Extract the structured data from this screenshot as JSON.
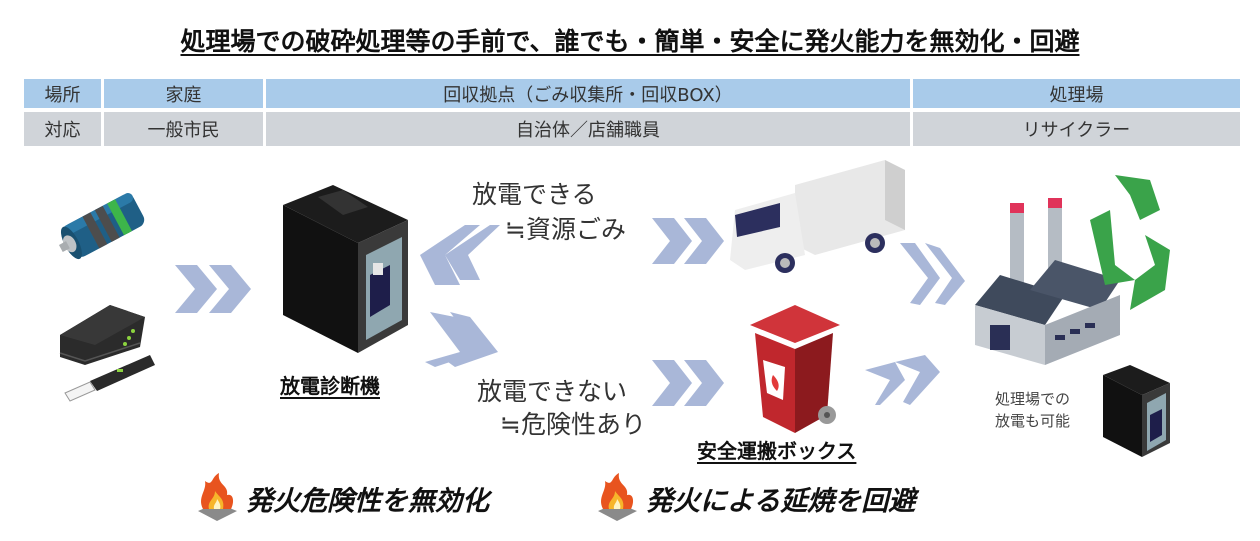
{
  "title": "処理場での破砕処理等の手前で、誰でも・簡単・安全に発火能力を無効化・回避",
  "table": {
    "rows": [
      {
        "header": "場所",
        "cells": [
          "家庭",
          "回収拠点（ごみ収集所・回収BOX）",
          "処理場"
        ]
      },
      {
        "header": "対応",
        "cells": [
          "一般市民",
          "自治体／店舗職員",
          "リサイクラー"
        ]
      }
    ]
  },
  "flow": {
    "device_caption": "放電診断機",
    "dischargeable_line1": "放電できる",
    "dischargeable_line2": "≒資源ごみ",
    "not_dischargeable_line1": "放電できない",
    "not_dischargeable_line2": "≒危険性あり",
    "safe_box_caption": "安全運搬ボックス",
    "plant_note_line1": "処理場での",
    "plant_note_line2": "放電も可能"
  },
  "slogans": [
    "発火危険性を無効化",
    "発火による延焼を回避"
  ],
  "colors": {
    "header_row": "#a9cbea",
    "role_row": "#d0d4d9",
    "chevron": "#a9b7d8",
    "bin_red": "#c0272d",
    "recycle_green": "#3aa34a"
  }
}
